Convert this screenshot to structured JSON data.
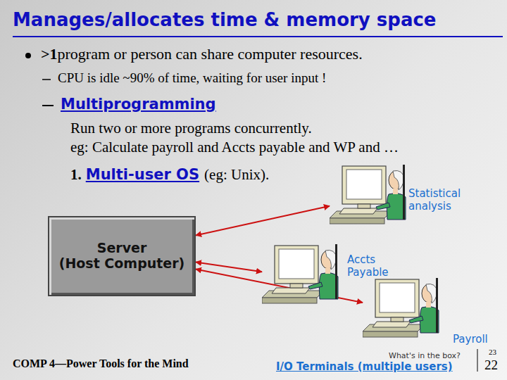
{
  "diagram": {
    "title": "Manages/allocates time & memory space",
    "nodes": [
      {
        "text": [
          "Server",
          "(Host Computer)"
        ]
      },
      {
        "text": [
          "Statistical analysis"
        ]
      },
      {
        "text": [
          "Accts Payable"
        ]
      },
      {
        "text": [
          "Payroll"
        ]
      }
    ],
    "edges": [
      {
        "from": 0,
        "to": 1,
        "arrow": "both"
      },
      {
        "from": 0,
        "to": 2,
        "arrow": "both"
      },
      {
        "from": 0,
        "to": 3,
        "arrow": "both"
      }
    ],
    "labels": [
      ">1",
      "program or person can share computer resources.",
      "CPU is idle ~90% of time, waiting for user input !",
      "Multiprogramming",
      "Run two or more programs concurrently.",
      "eg: Calculate payroll and Accts payable and WP and …",
      "1.",
      "Multi-user OS",
      "(eg: Unix).",
      "I/O Terminals (multiple users)",
      "What's in the box?",
      "23",
      "COMP 4—Power Tools for the Mind",
      "22"
    ]
  }
}
